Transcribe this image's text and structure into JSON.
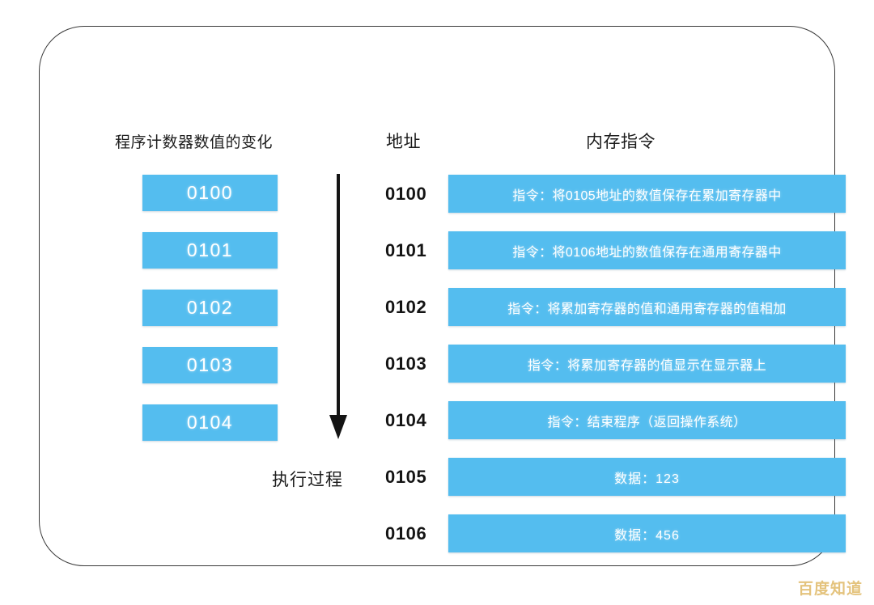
{
  "headers": {
    "program_counter": "程序计数器数值的变化",
    "address": "地址",
    "memory_instruction": "内存指令"
  },
  "flow": {
    "arrow_label": "执行过程",
    "arrow_icon": "arrow-down-icon"
  },
  "program_counter_values": [
    "0100",
    "0101",
    "0102",
    "0103",
    "0104"
  ],
  "memory_rows": [
    {
      "address": "0100",
      "content": "指令：将0105地址的数值保存在累加寄存器中",
      "kind": "instruction"
    },
    {
      "address": "0101",
      "content": "指令：将0106地址的数值保存在通用寄存器中",
      "kind": "instruction"
    },
    {
      "address": "0102",
      "content": "指令：将累加寄存器的值和通用寄存器的值相加",
      "kind": "instruction"
    },
    {
      "address": "0103",
      "content": "指令：将累加寄存器的值显示在显示器上",
      "kind": "instruction"
    },
    {
      "address": "0104",
      "content": "指令：结束程序（返回操作系统）",
      "kind": "instruction"
    },
    {
      "address": "0105",
      "content": "数据：123",
      "kind": "data"
    },
    {
      "address": "0106",
      "content": "数据：456",
      "kind": "data"
    }
  ],
  "watermark": "百度知道",
  "colors": {
    "block_blue": "#54bdef",
    "card_border": "#3a3a3a",
    "text_dark": "#141414",
    "watermark_gold": "#e4c37d"
  }
}
